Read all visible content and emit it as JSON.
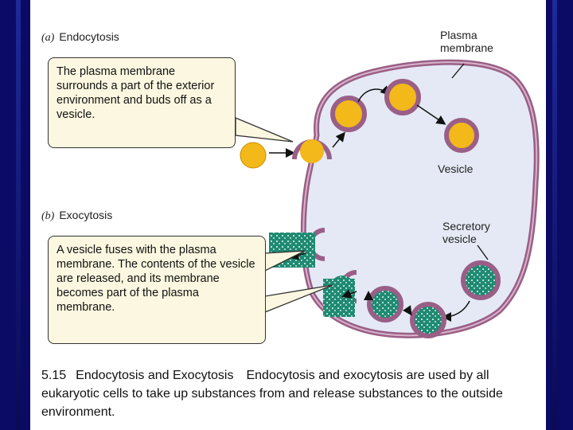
{
  "figure": {
    "endocytosis": {
      "letter": "(a)",
      "title": "Endocytosis",
      "callout": "The plasma membrane surrounds a part of the exterior environment and buds off as a vesicle."
    },
    "exocytosis": {
      "letter": "(b)",
      "title": "Exocytosis",
      "callout": "A vesicle fuses with the plasma membrane. The contents of the vesicle are released, and its membrane becomes part of the plasma membrane."
    },
    "labels": {
      "plasma_membrane": "Plasma membrane",
      "vesicle": "Vesicle",
      "secretory_vesicle": "Secretory vesicle"
    },
    "caption": {
      "number": "5.15",
      "heading": "Endocytosis and Exocytosis",
      "text": "Endocytosis and exocytosis are used by all eukaryotic cells to take up substances from and release substances to the outside environment."
    },
    "colors": {
      "cell_fill": "#e4e9f5",
      "membrane": "#9a5f86",
      "membrane_light": "#d8b3cb",
      "cargo_yellow": "#f3b81a",
      "secretory_green": "#1f8a72",
      "background": "#0b0b66"
    }
  }
}
